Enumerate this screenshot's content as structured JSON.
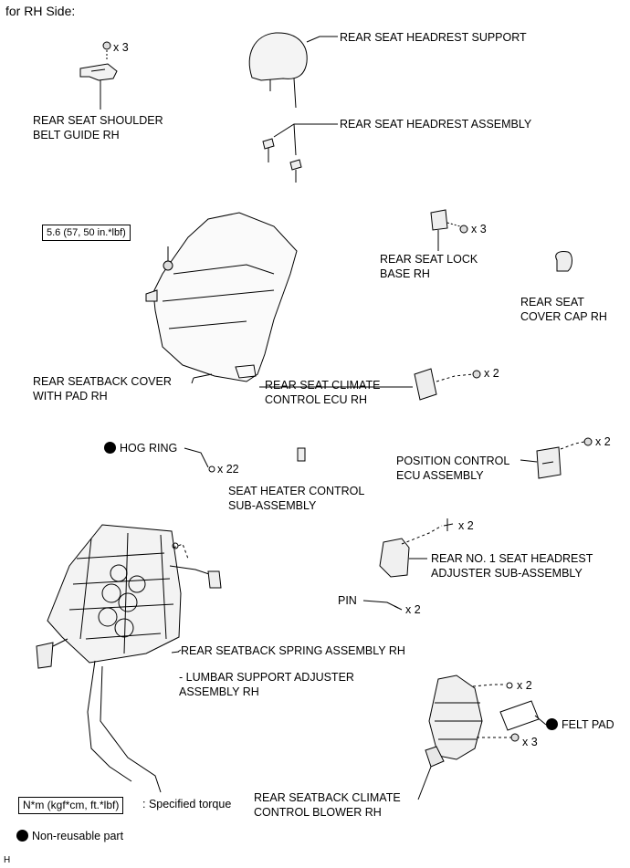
{
  "header": {
    "side_title": "for RH Side:"
  },
  "parts": {
    "shoulder_belt_guide": {
      "qty": "x 3",
      "label_1": "REAR SEAT SHOULDER",
      "label_2": "BELT GUIDE RH"
    },
    "headrest_support": {
      "label": "REAR SEAT HEADREST SUPPORT"
    },
    "headrest_assembly": {
      "label": "REAR SEAT HEADREST ASSEMBLY"
    },
    "torque_value": "5.6 (57, 50 in.*lbf)",
    "seatback_cover": {
      "label_1": "REAR SEATBACK COVER",
      "label_2": "WITH PAD RH"
    },
    "lock_base": {
      "qty": "x 3",
      "label_1": "REAR SEAT LOCK",
      "label_2": "BASE RH"
    },
    "cover_cap": {
      "label_1": "REAR SEAT",
      "label_2": "COVER CAP RH"
    },
    "climate_ecu": {
      "qty": "x 2",
      "label_1": "REAR SEAT CLIMATE",
      "label_2": "CONTROL ECU RH"
    },
    "hog_ring": {
      "label": "HOG RING",
      "qty": "x 22"
    },
    "seat_heater": {
      "label_1": "SEAT HEATER CONTROL",
      "label_2": "SUB-ASSEMBLY"
    },
    "position_ecu": {
      "qty": "x 2",
      "label_1": "POSITION CONTROL",
      "label_2": "ECU ASSEMBLY"
    },
    "headrest_adjuster": {
      "qty": "x 2",
      "label_1": "REAR NO. 1 SEAT HEADREST",
      "label_2": "ADJUSTER SUB-ASSEMBLY"
    },
    "pin": {
      "label": "PIN",
      "qty": "x 2"
    },
    "spring_assembly": {
      "label": "REAR SEATBACK SPRING ASSEMBLY RH"
    },
    "lumbar": {
      "label_1": "- LUMBAR SUPPORT ADJUSTER",
      "label_2": "ASSEMBLY RH"
    },
    "blower": {
      "qty_top": "x 2",
      "qty_bottom": "x 3",
      "label_1": "REAR SEATBACK CLIMATE",
      "label_2": "CONTROL BLOWER RH"
    },
    "felt_pad": {
      "label": "FELT PAD"
    }
  },
  "legend": {
    "torque_unit": "N*m (kgf*cm, ft.*lbf)",
    "torque_text": ": Specified torque",
    "non_reusable": "Non-reusable part"
  },
  "figure_code": "H"
}
